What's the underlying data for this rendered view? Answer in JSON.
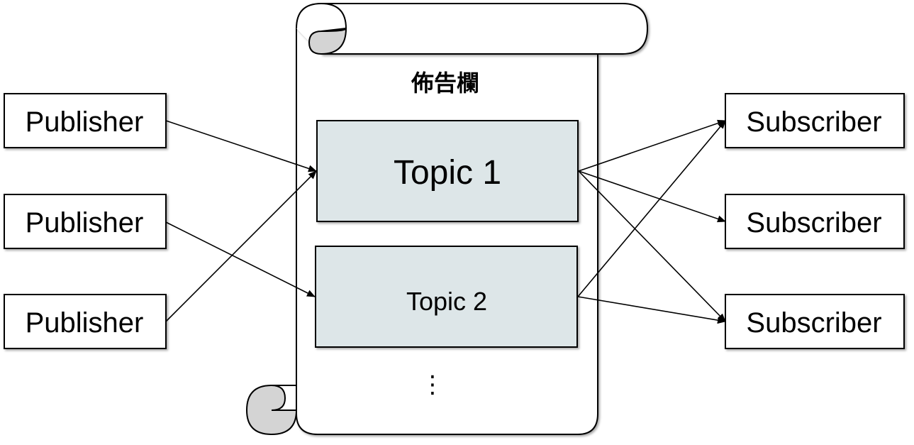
{
  "board": {
    "title": "佈告欄",
    "ellipsis": "⋮",
    "icon": "scroll-icon"
  },
  "publishers": [
    {
      "label": "Publisher"
    },
    {
      "label": "Publisher"
    },
    {
      "label": "Publisher"
    }
  ],
  "subscribers": [
    {
      "label": "Subscriber"
    },
    {
      "label": "Subscriber"
    },
    {
      "label": "Subscriber"
    }
  ],
  "topics": [
    {
      "label": "Topic 1"
    },
    {
      "label": "Topic 2"
    }
  ],
  "connections": [
    {
      "from": "publisher-1",
      "to": "topic-1"
    },
    {
      "from": "publisher-2",
      "to": "topic-2"
    },
    {
      "from": "publisher-3",
      "to": "topic-1"
    },
    {
      "from": "topic-1",
      "to": "subscriber-1"
    },
    {
      "from": "topic-1",
      "to": "subscriber-2"
    },
    {
      "from": "topic-1",
      "to": "subscriber-3"
    },
    {
      "from": "topic-2",
      "to": "subscriber-1"
    },
    {
      "from": "topic-2",
      "to": "subscriber-3"
    }
  ],
  "colors": {
    "topic_fill": "#dde6e8",
    "scroll_curl_fill": "#d4d4d4",
    "stroke": "#000000",
    "background": "#ffffff"
  }
}
